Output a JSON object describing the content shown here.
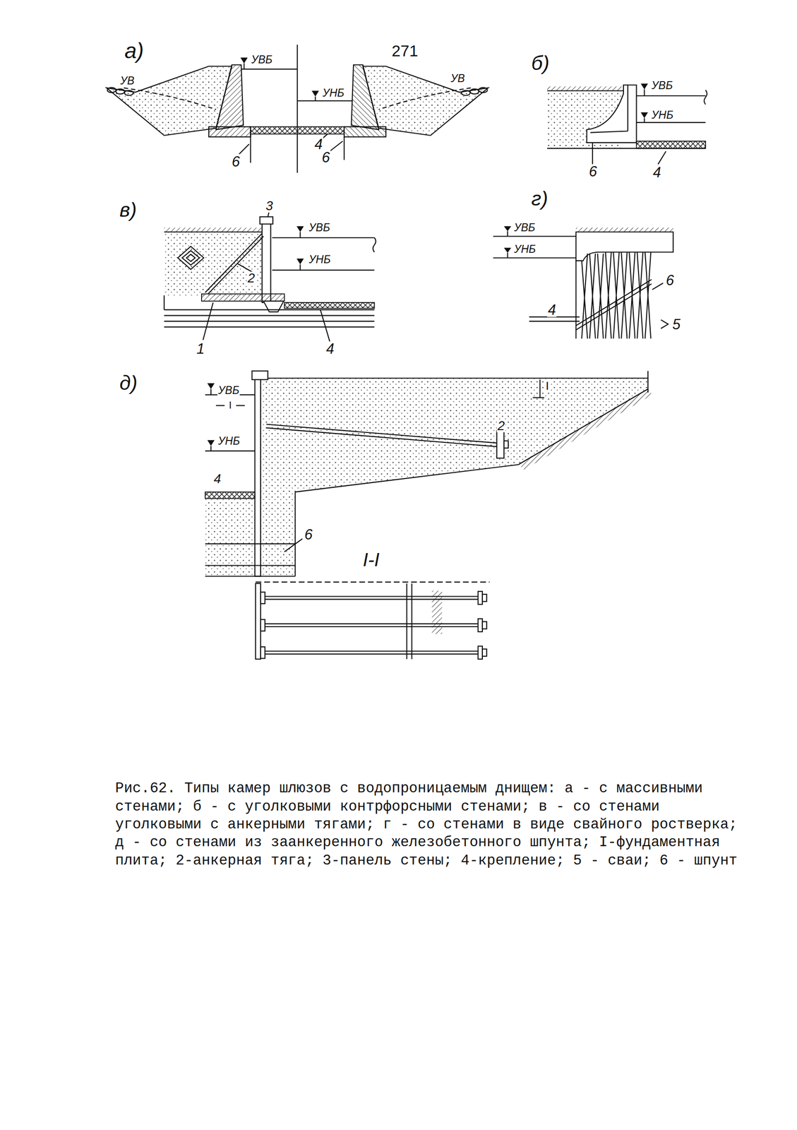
{
  "diagram": {
    "caption": "Рис.62. Типы камер шлюзов с водопроницаемым днищем: а - с массивными стенами; б - с уголковыми контрфорсными стенами; в - со стенами уголковыми с анкерными тягами; г - со стенами в виде свайного ростверка; д - со стенами из заанкеренного железобетонного шпунта; I-фундаментная плита; 2-анкерная тяга; 3-панель стены; 4-крепление; 5 - сваи; 6 - шпунт",
    "labels": [
      "а)",
      "271",
      "УВБ",
      "УВ",
      "УНБ",
      "УВ",
      "б)",
      "6",
      "4",
      "6",
      "УВБ",
      "УНБ",
      "6",
      "4",
      "в)",
      "3",
      "г)",
      "УВБ",
      "УНБ",
      "УВБ",
      "УНБ",
      "2",
      "6",
      "5",
      "4",
      "1",
      "4",
      "д)",
      "УВБ",
      "I",
      "I",
      "2",
      "УНБ",
      "4",
      "6",
      "I-I"
    ]
  }
}
